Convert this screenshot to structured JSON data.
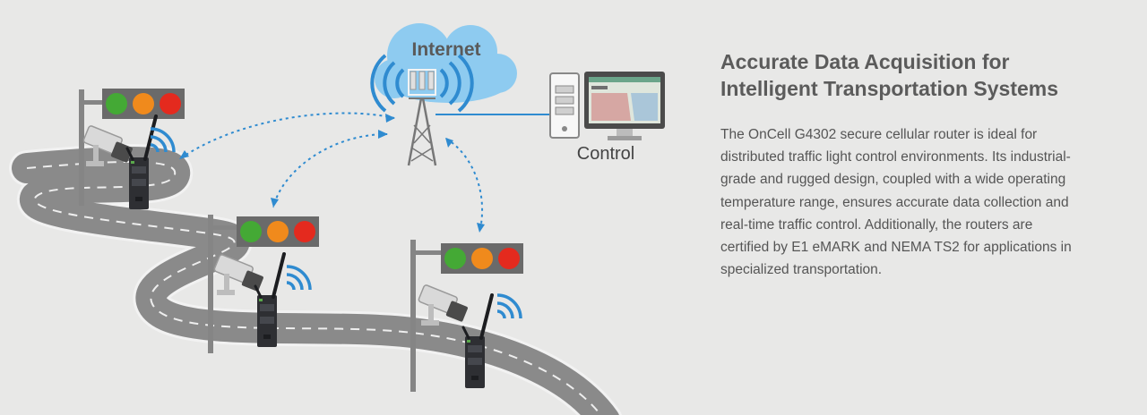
{
  "diagram": {
    "internet_label": "Internet",
    "control_label": "Control",
    "colors": {
      "cloud": "#8ecbf0",
      "road": "#8a8a8a",
      "road_edge": "#f2f2f2",
      "link": "#2f8bd0",
      "light_green": "#44a935",
      "light_orange": "#f08a1c",
      "light_red": "#e42a1e",
      "signal_housing": "#6c6c6c",
      "router": "#2e2f33"
    },
    "icons": [
      "cloud-icon",
      "cell-tower-icon",
      "control-pc-icon",
      "traffic-light-icon",
      "camera-icon",
      "router-icon",
      "wifi-icon"
    ]
  },
  "content": {
    "heading_line1": "Accurate Data Acquisition for",
    "heading_line2": "Intelligent Transportation Systems",
    "body": "The OnCell G4302 secure cellular router is ideal for distributed traffic light control environments. Its industrial-grade and rugged design, coupled with a wide operating temperature range, ensures accurate data collection and real-time traffic control. Additionally, the routers are certified by E1 eMARK and NEMA TS2 for applications in specialized transportation."
  }
}
